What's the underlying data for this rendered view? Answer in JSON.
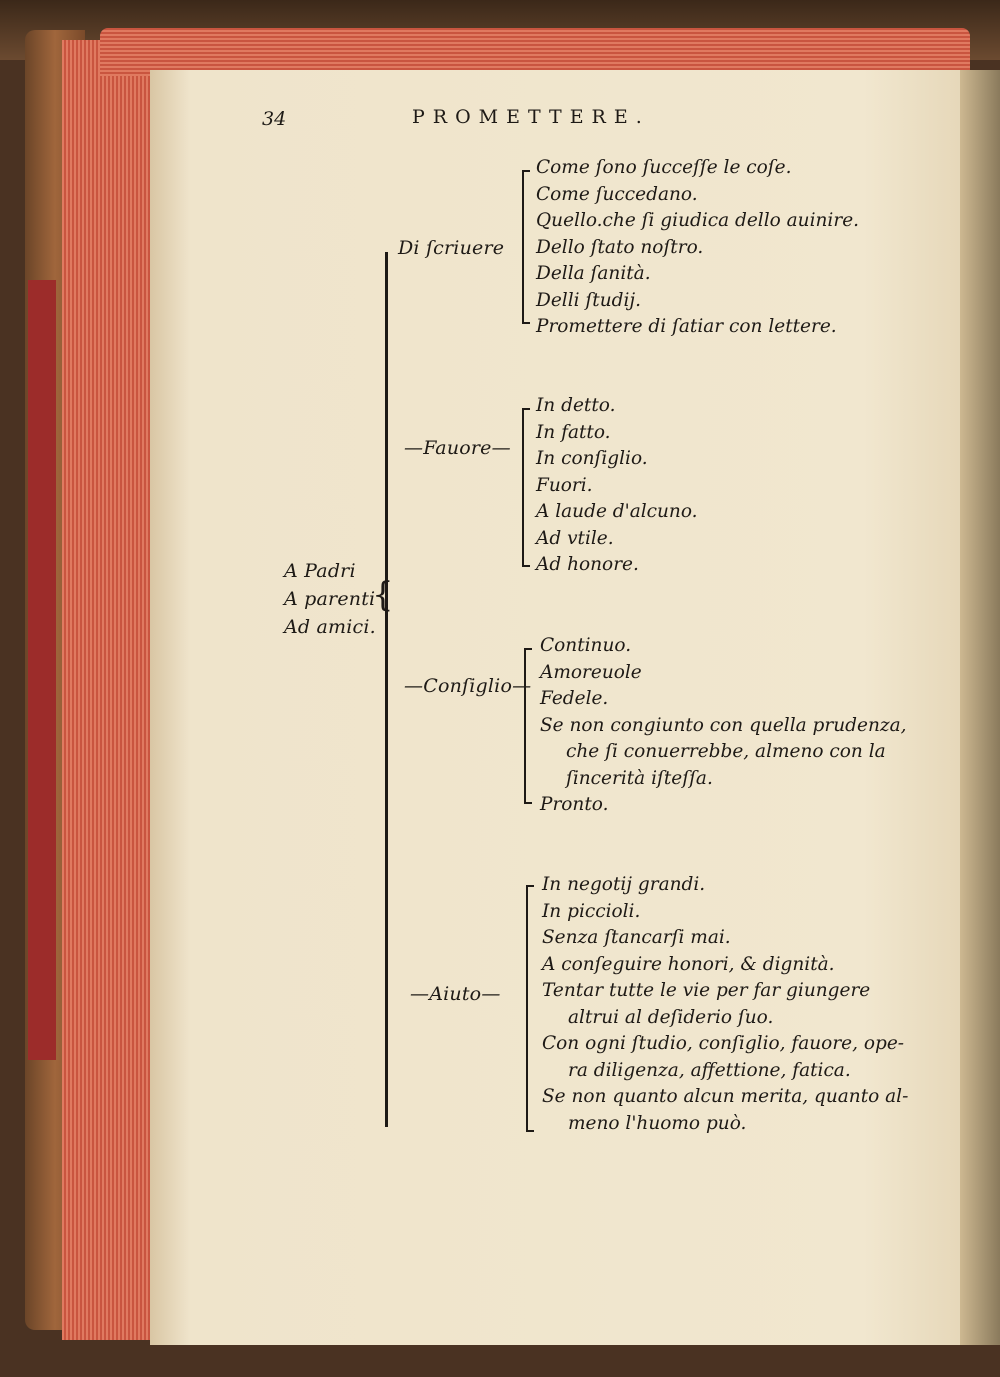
{
  "header": {
    "page_number": "34",
    "title": "PROMETTERE."
  },
  "recipients": [
    "A Padri",
    "A parenti",
    "Ad amici."
  ],
  "branches": [
    {
      "label": "Di ſcriuere",
      "items": [
        {
          "text": "Come ſono ſucceſſe le coſe."
        },
        {
          "text": "Come ſuccedano."
        },
        {
          "text": "Quello.che ſi giudica dello auinire."
        },
        {
          "text": "Dello ſtato noſtro."
        },
        {
          "text": "Della ſanità."
        },
        {
          "text": "Delli ſtudij."
        },
        {
          "text": "Promettere di ſatiar con lettere."
        }
      ]
    },
    {
      "label": "Fauore",
      "items": [
        {
          "text": "In detto."
        },
        {
          "text": "In fatto."
        },
        {
          "text": "In conſiglio."
        },
        {
          "text": "Fuori."
        },
        {
          "text": "A laude d'alcuno."
        },
        {
          "text": "Ad vtile."
        },
        {
          "text": "Ad honore."
        }
      ]
    },
    {
      "label": "Conſiglio",
      "items": [
        {
          "text": "Continuo."
        },
        {
          "text": "Amoreuole"
        },
        {
          "text": "Fedele."
        },
        {
          "text": "Se non congiunto con quella prudenza,"
        },
        {
          "text": "che ſi conuerrebbe, almeno con la",
          "cont": true
        },
        {
          "text": "ſincerità iſteſſa.",
          "cont": true
        },
        {
          "text": "Pronto."
        }
      ]
    },
    {
      "label": "Aiuto",
      "items": [
        {
          "text": "In negotij grandi."
        },
        {
          "text": "In piccioli."
        },
        {
          "text": "Senza ſtancarſi mai."
        },
        {
          "text": "A conſeguire honori, & dignità."
        },
        {
          "text": "Tentar tutte le vie per far giungere"
        },
        {
          "text": "altrui al deſiderio ſuo.",
          "cont": true
        },
        {
          "text": "Con ogni ſtudio, conſiglio, fauore, ope-"
        },
        {
          "text": "ra diligenza, affettione, fatica.",
          "cont": true
        },
        {
          "text": "Se non quanto alcun merita, quanto al-"
        },
        {
          "text": "meno l'huomo può.",
          "cont": true
        }
      ]
    }
  ]
}
